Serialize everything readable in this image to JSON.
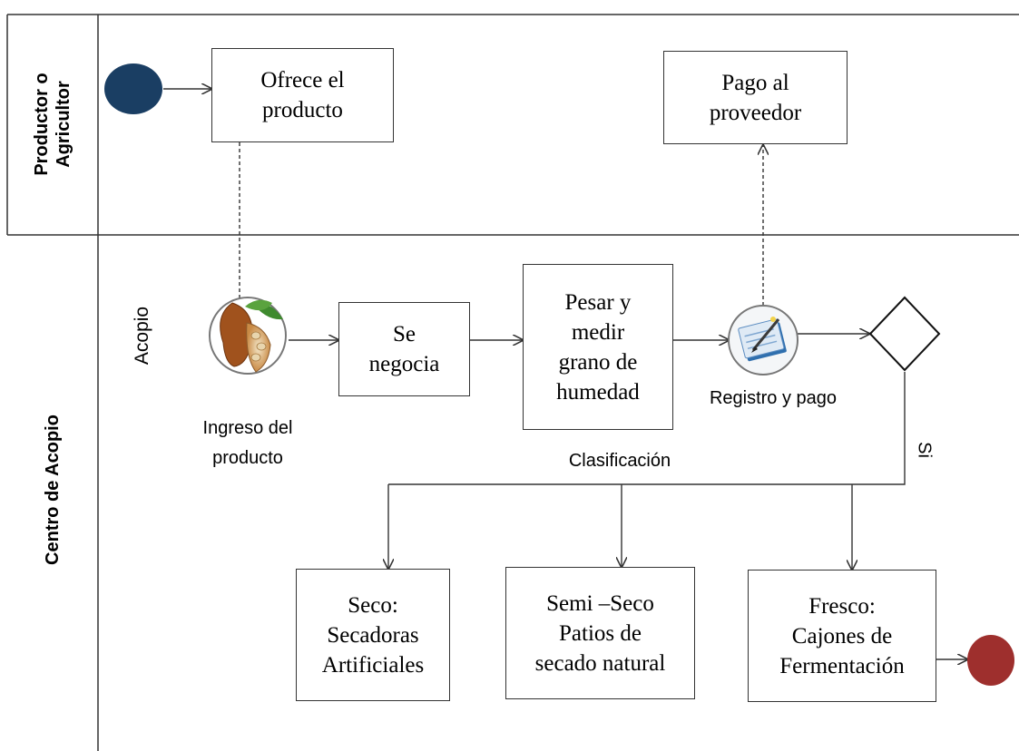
{
  "lanes": {
    "producer": "Productor o\nAgricultor",
    "center": "Centro de Acopio",
    "sublane": "Acopio"
  },
  "nodes": {
    "offer": "Ofrece el\nproducto",
    "payment": "Pago al\nproveedor",
    "intake": "Ingreso del\nproducto",
    "negotiate": "Se\nnegocia",
    "weigh": "Pesar y\nmedir\ngrano de\nhumedad",
    "register": "Registro y pago",
    "dry": "Seco:\nSecadoras\nArtificiales",
    "semidry": "Semi –Seco\nPatios de\nsecado natural",
    "fresh": "Fresco:\nCajones de\nFermentación"
  },
  "labels": {
    "classification": "Clasificación",
    "yes": "Si"
  },
  "icons": {
    "intake": "cacao-pod-icon",
    "register": "notepad-pencil-icon"
  },
  "colors": {
    "start_event": "#1a3e63",
    "end_event": "#9e2f2d"
  }
}
